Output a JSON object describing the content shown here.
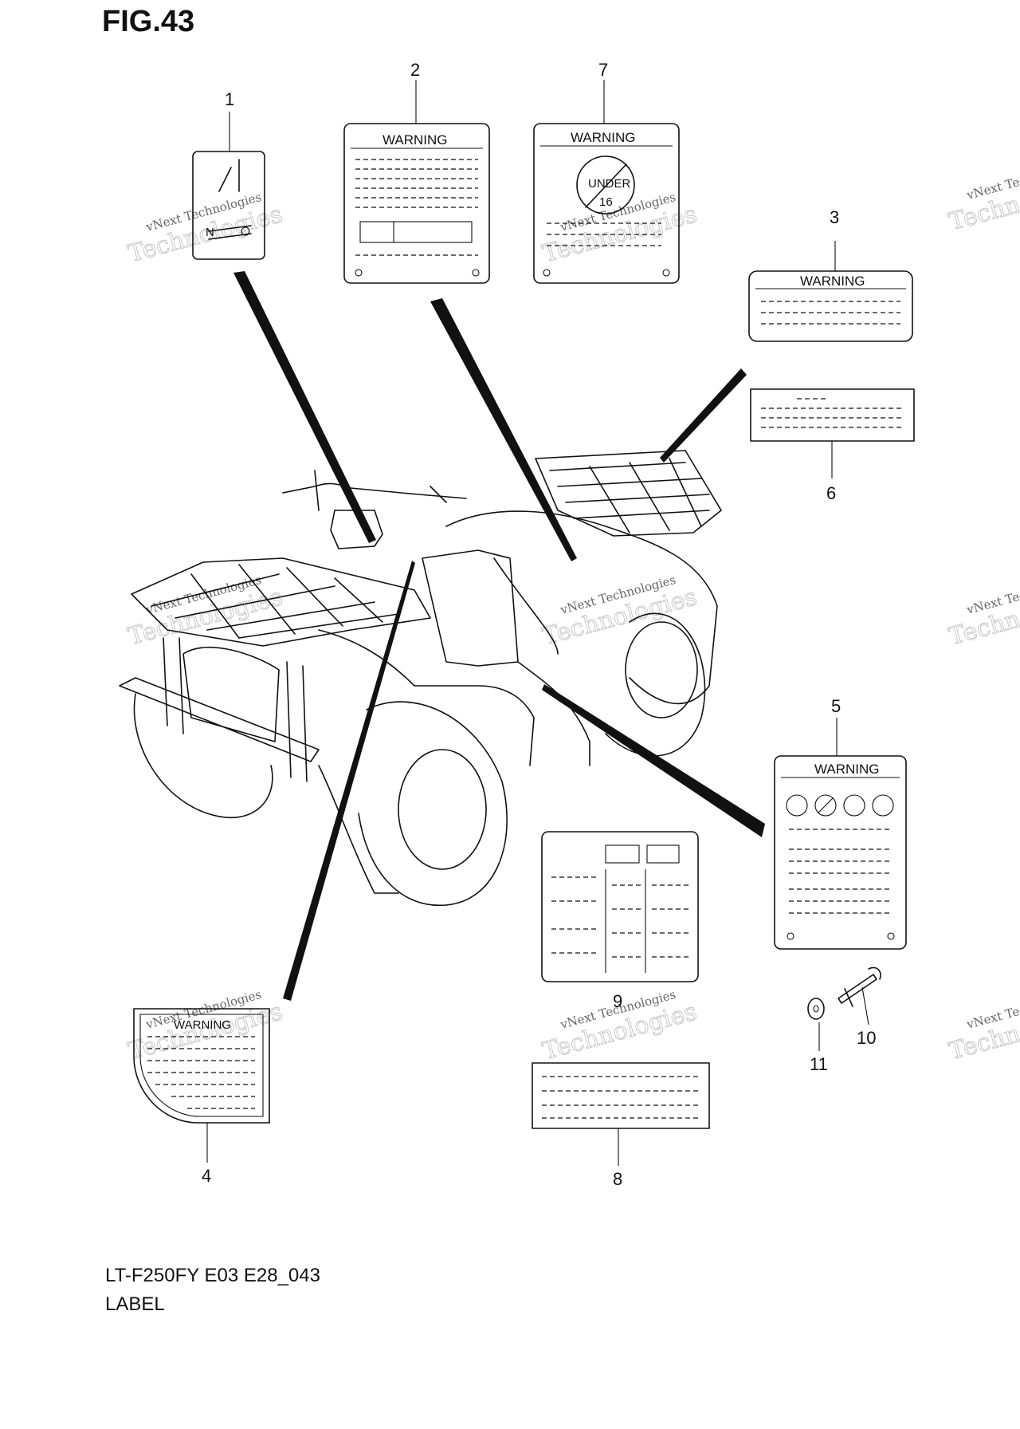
{
  "figure": {
    "title": "FIG.43"
  },
  "callouts": [
    {
      "number": "1"
    },
    {
      "number": "2"
    },
    {
      "number": "3"
    },
    {
      "number": "4"
    },
    {
      "number": "5"
    },
    {
      "number": "6"
    },
    {
      "number": "7"
    },
    {
      "number": "8"
    },
    {
      "number": "9"
    },
    {
      "number": "10"
    },
    {
      "number": "11"
    }
  ],
  "labels": {
    "warning": "WARNING",
    "under_text": "UNDER",
    "under_number": "16"
  },
  "watermark": {
    "line1": "vNext Technologies",
    "line2": "Technologies"
  },
  "caption": {
    "model": "LT-F250FY E03 E28_043",
    "name": "LABEL"
  }
}
